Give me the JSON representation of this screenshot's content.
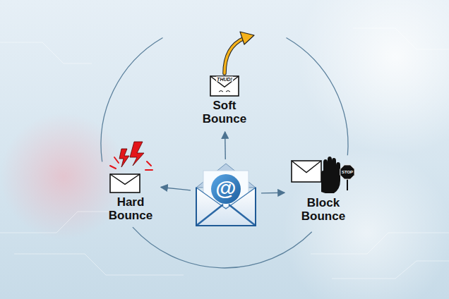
{
  "diagram": {
    "nodes": [
      {
        "text": [
          "Soft Bounce"
        ]
      },
      {
        "text": [
          "Hard Bounce"
        ]
      },
      {
        "text": [
          "@"
        ]
      },
      {
        "text": [
          "Block Bounce"
        ]
      }
    ],
    "edges": [
      {
        "from": 2,
        "to": 0,
        "arrow": "to"
      },
      {
        "from": 2,
        "to": 1,
        "arrow": "to"
      },
      {
        "from": 2,
        "to": 3,
        "arrow": "to"
      }
    ],
    "labels": [
      "THUD!",
      "STOP"
    ]
  }
}
